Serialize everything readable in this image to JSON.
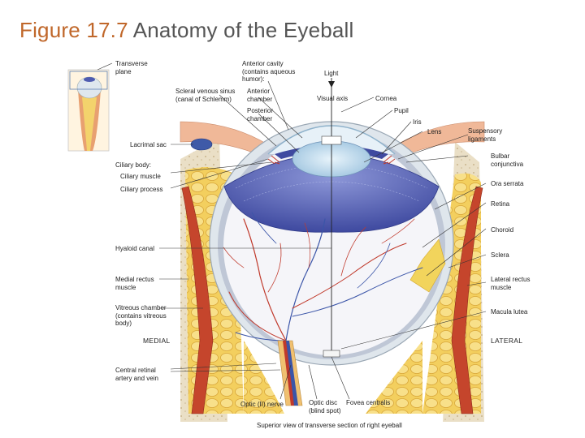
{
  "title": {
    "prefix": "Figure 17.7",
    "text": "Anatomy of the Eyeball"
  },
  "labels": {
    "transverse_plane": "Transverse\nplane",
    "anterior_cavity": "Anterior cavity\n(contains aqueous\nhumor):",
    "light": "Light",
    "scleral_venous_sinus": "Scleral venous sinus\n(canal of Schlemm)",
    "anterior_chamber": "Anterior\nchamber",
    "posterior_chamber": "Posterior\nchamber",
    "visual_axis": "Visual axis",
    "cornea": "Cornea",
    "pupil": "Pupil",
    "iris": "Iris",
    "lens": "Lens",
    "suspensory_ligaments": "Suspensory\nligaments",
    "lacrimal_sac": "Lacrimal sac",
    "bulbar_conjunctiva": "Bulbar\nconjunctiva",
    "ciliary_body": "Ciliary body:",
    "ciliary_muscle": "Ciliary muscle",
    "ciliary_process": "Ciliary process",
    "ora_serrata": "Ora serrata",
    "retina": "Retina",
    "choroid": "Choroid",
    "hyaloid_canal": "Hyaloid canal",
    "sclera": "Sclera",
    "medial_rectus": "Medial rectus\nmuscle",
    "lateral_rectus": "Lateral rectus\nmuscle",
    "vitreous_chamber": "Vitreous chamber\n(contains vitreous\nbody)",
    "macula_lutea": "Macula lutea",
    "medial": "MEDIAL",
    "lateral": "LATERAL",
    "central_retinal": "Central retinal\nartery and vein",
    "optic_nerve": "Optic (II) nerve",
    "optic_disc": "Optic disc\n(blind spot)",
    "fovea_centralis": "Fovea centralis",
    "caption": "Superior view of transverse section of right eyeball"
  },
  "colors": {
    "title": "#c0672a",
    "sclera": "#e9eef2",
    "iris": "#5662b8",
    "retina_bg": "#f4f4f8",
    "fat": "#f4d36a",
    "bone": "#e9dcc0",
    "muscle": "#c5452c",
    "artery": "#c0392b",
    "vein": "#3b55a8"
  }
}
